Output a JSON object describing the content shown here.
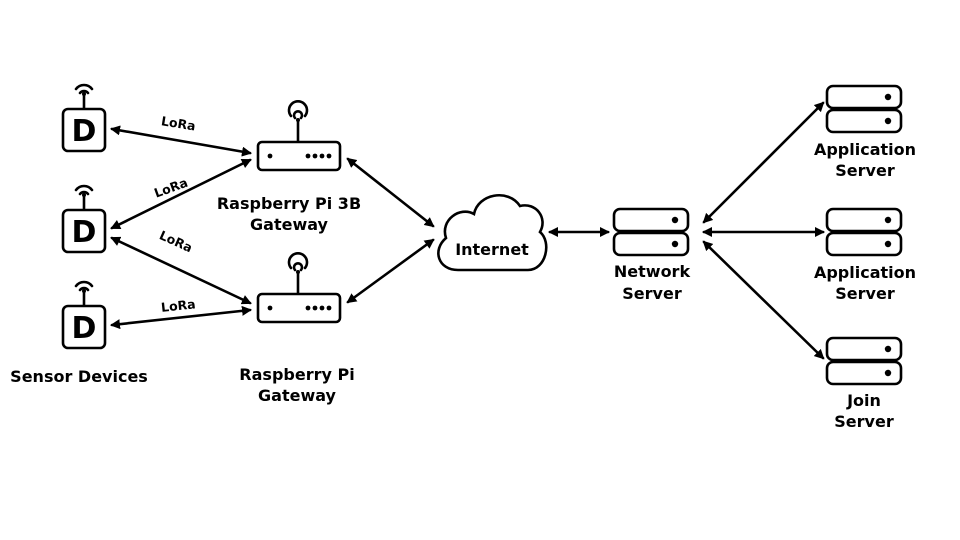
{
  "diagram": {
    "device_letter": "D",
    "link_label": "LoRa",
    "sensor_devices_label": "Sensor Devices",
    "gateway_3b": {
      "line1": "Raspberry Pi 3B",
      "line2": "Gateway"
    },
    "gateway": {
      "line1": "Raspberry Pi",
      "line2": "Gateway"
    },
    "internet_label": "Internet",
    "network_server": {
      "line1": "Network",
      "line2": "Server"
    },
    "application_server_1": {
      "line1": "Application",
      "line2": "Server"
    },
    "application_server_2": {
      "line1": "Application",
      "line2": "Server"
    },
    "join_server": {
      "line1": "Join",
      "line2": "Server"
    }
  },
  "icons": {
    "device": "sensor-device-icon",
    "gateway": "gateway-router-icon",
    "cloud": "cloud-icon",
    "server": "server-icon",
    "antenna": "antenna-signal-icon"
  },
  "colors": {
    "stroke": "#000000",
    "background": "#ffffff"
  }
}
